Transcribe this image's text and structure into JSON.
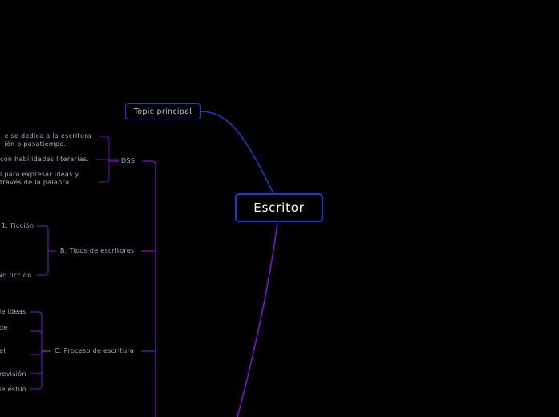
{
  "mindmap": {
    "central": {
      "label": "Escritor",
      "border_color": "#1a3cd8",
      "text_color": "#ffffff"
    },
    "topic_principal": {
      "label": "Topic principal",
      "border_color": "#1a3cd8"
    },
    "branches": [
      {
        "label": "DSS",
        "children": [
          {
            "label_line1": "e se dedica a la escritura",
            "label_line2": "ión o pasatiempo."
          },
          {
            "label_line1": " con habilidades literarias."
          },
          {
            "label_line1": "l para expresar ideas y",
            "label_line2": " través de la palabra"
          }
        ]
      },
      {
        "label": "B. Tipos de escritores",
        "children": [
          {
            "label_line1": "1. Ficción"
          },
          {
            "label_line1": "No ficción"
          }
        ]
      },
      {
        "label": "C. Proceso de escritura",
        "children": [
          {
            "label_line1": "le ideas"
          },
          {
            "label_line1": "de"
          },
          {
            "label_line1": "el"
          },
          {
            "label_line1": "revisión"
          },
          {
            "label_line1": "le estilo"
          }
        ]
      }
    ],
    "colors": {
      "background": "#000000",
      "topic_connector": "#1a3cd8",
      "main_connector": "#8a10d8",
      "sub_connector": "#6a0fb0",
      "text": "#9aaebd"
    }
  }
}
